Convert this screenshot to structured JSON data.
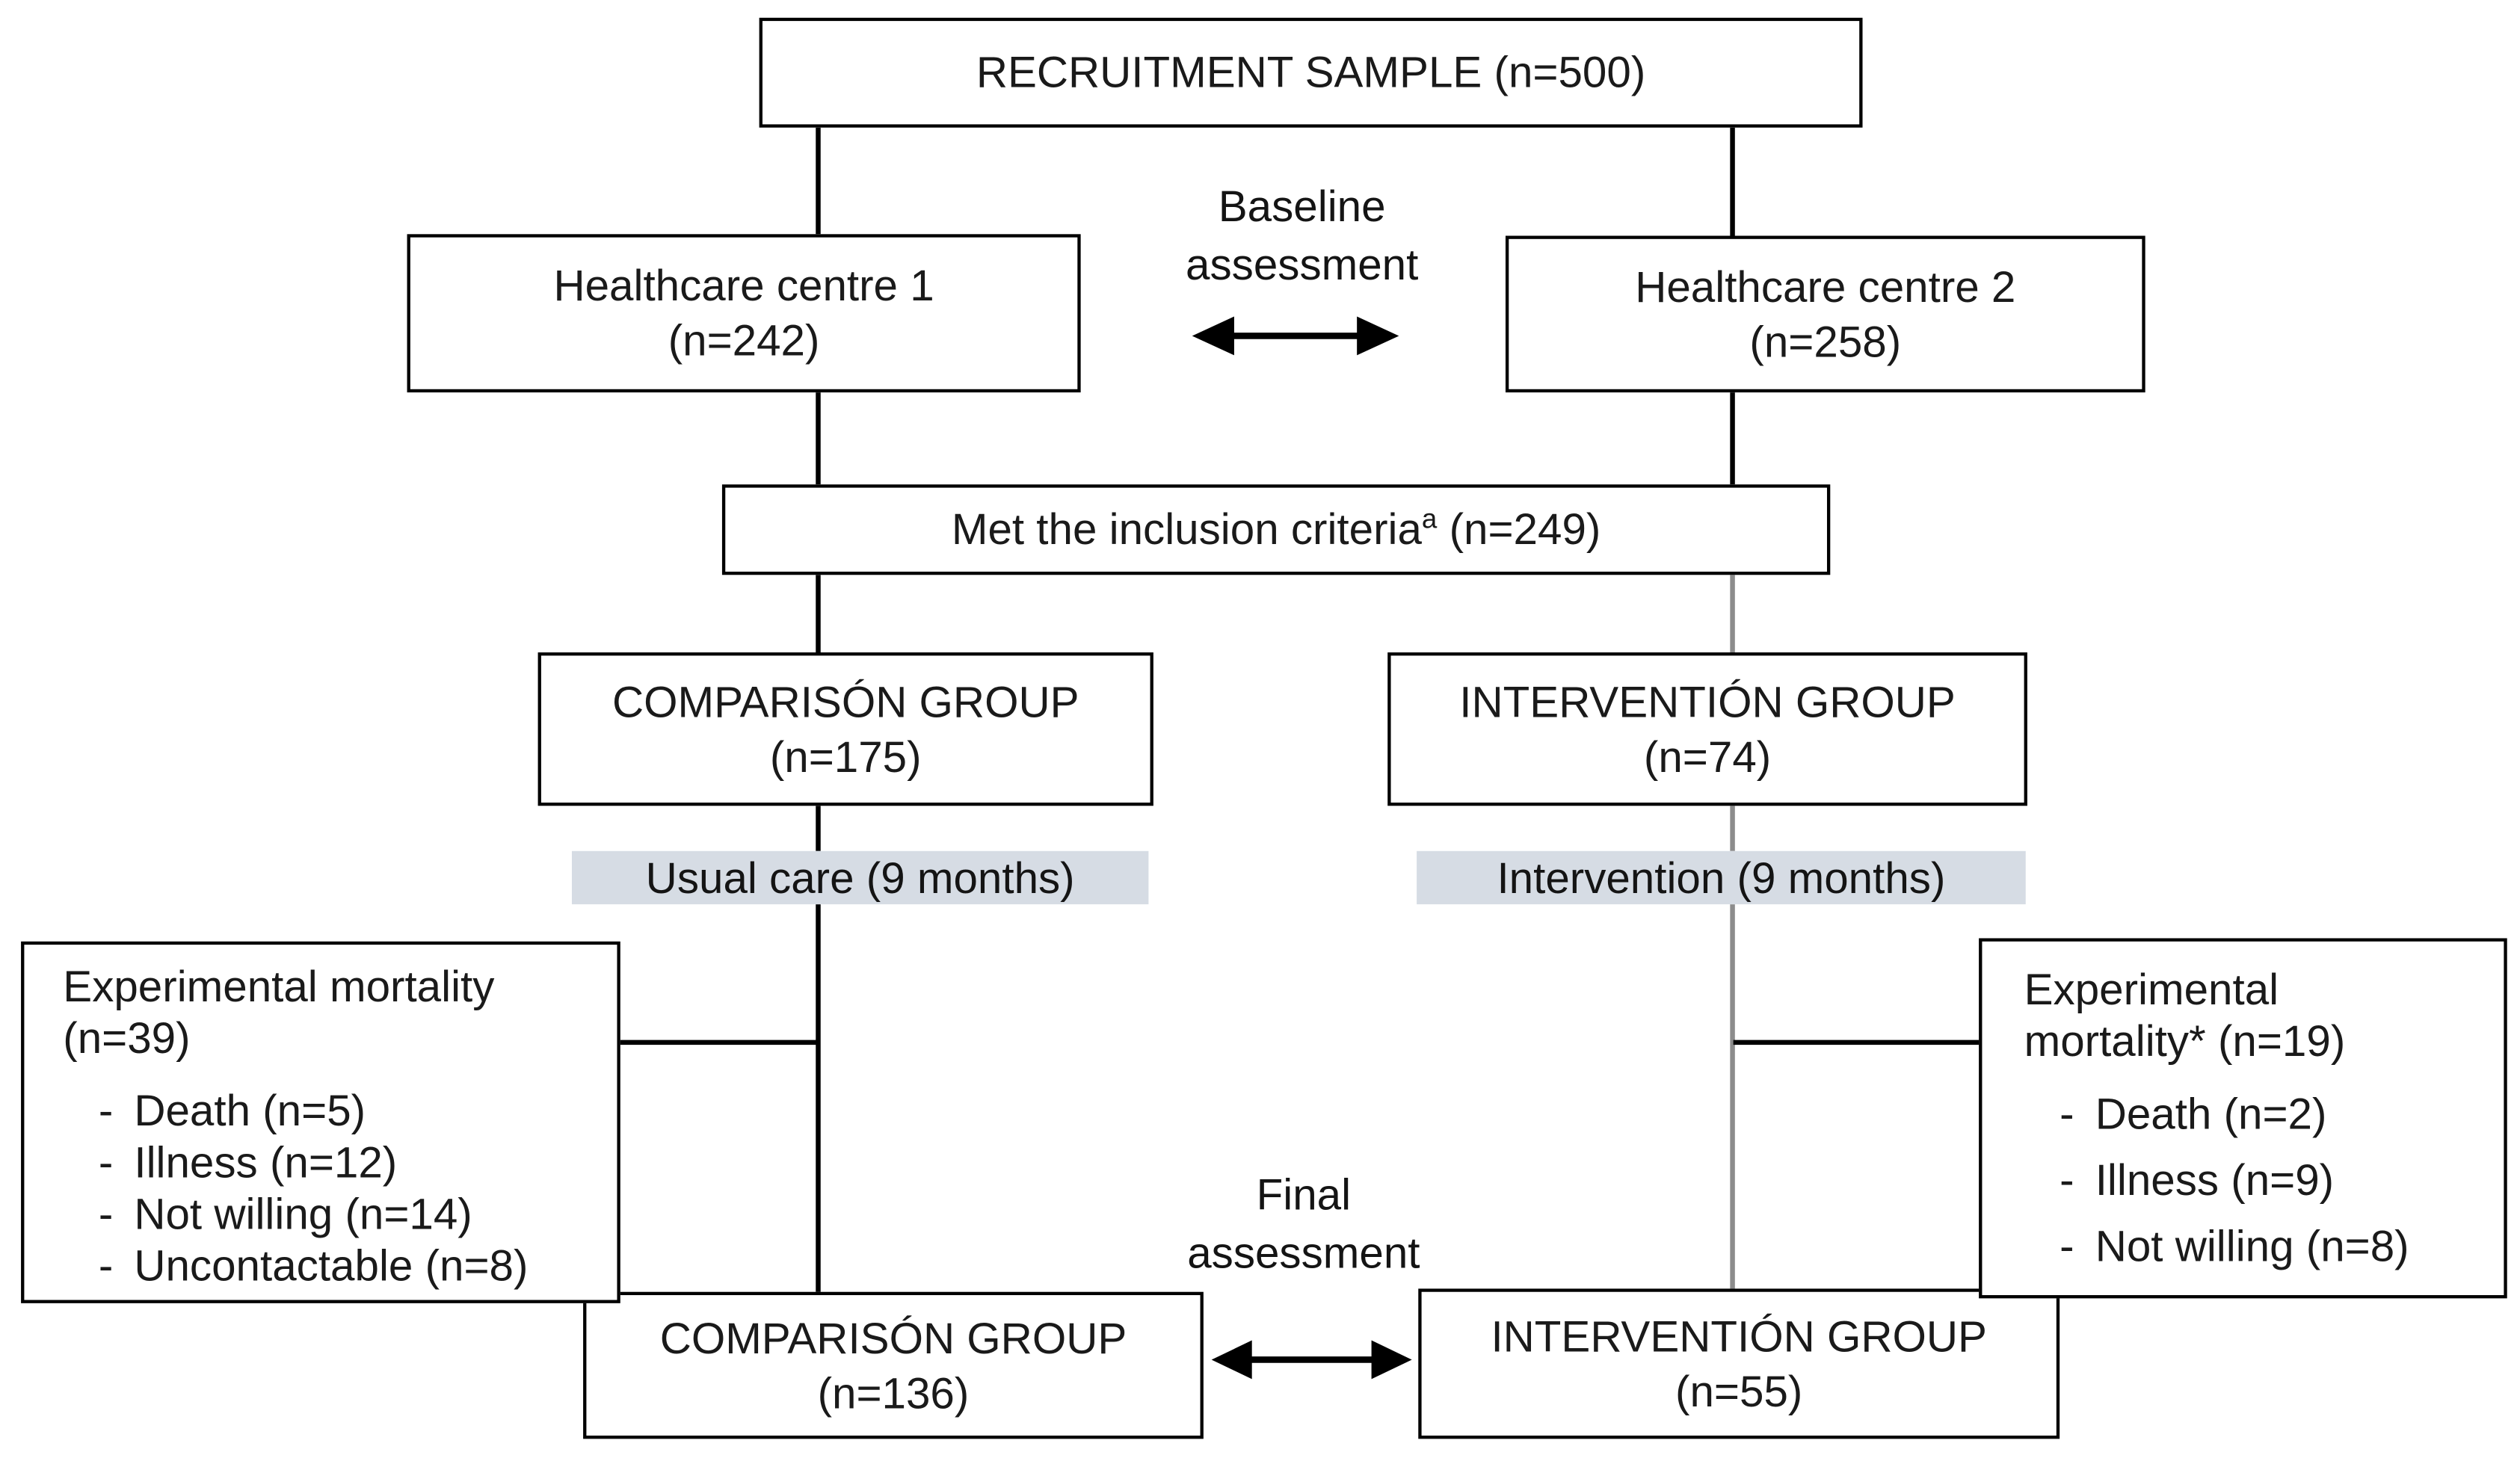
{
  "diagram": {
    "bullet": "-",
    "colors": {
      "line": "#000000",
      "gray_line": "#8c8c8c",
      "bar_bg": "#d6dce4"
    },
    "nodes": {
      "recruitment": {
        "lines": [
          "RECRUITMENT SAMPLE (n=500)"
        ]
      },
      "centre1": {
        "lines": [
          "Healthcare centre 1",
          "(n=242)"
        ]
      },
      "centre2": {
        "lines": [
          "Healthcare centre 2",
          "(n=258)"
        ]
      },
      "inclusion": {
        "prefix": "Met the inclusion criteria",
        "superscript": "a",
        "suffix": " (n=249)"
      },
      "comparison_baseline": {
        "lines": [
          "COMPARISÓN GROUP",
          "(n=175)"
        ]
      },
      "intervention_baseline": {
        "lines": [
          "INTERVENTIÓN GROUP",
          "(n=74)"
        ]
      },
      "usual_care_bar": {
        "label": "Usual care (9 months)"
      },
      "intervention_bar": {
        "label": "Intervention (9 months)"
      },
      "mortality_comparison": {
        "header": "Experimental mortality (n=39)",
        "items": [
          "Death (n=5)",
          "Illness (n=12)",
          "Not willing (n=14)",
          "Uncontactable (n=8)"
        ]
      },
      "mortality_intervention": {
        "header": "Experimental mortality* (n=19)",
        "items": [
          "Death (n=2)",
          "Illness (n=9)",
          "Not willing (n=8)"
        ]
      },
      "comparison_final": {
        "lines": [
          "COMPARISÓN GROUP",
          "(n=136)"
        ]
      },
      "intervention_final": {
        "lines": [
          "INTERVENTIÓN GROUP",
          "(n=55)"
        ]
      }
    },
    "labels": {
      "baseline": {
        "lines": [
          "Baseline",
          "assessment"
        ]
      },
      "final": {
        "lines": [
          "Final",
          "assessment"
        ]
      }
    }
  }
}
